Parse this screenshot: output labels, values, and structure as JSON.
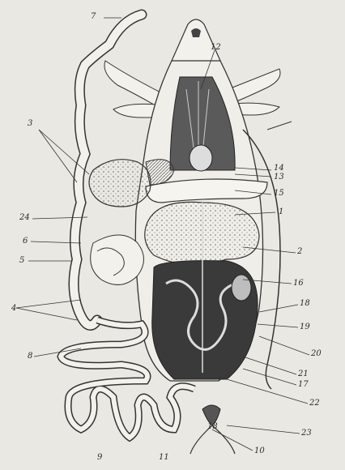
{
  "labels": {
    "l1": "1",
    "l2": "2",
    "l3": "3",
    "l4": "4",
    "l5": "5",
    "l6": "6",
    "l7": "7",
    "l8": "8",
    "l9": "9",
    "l10": "10",
    "l11": "11",
    "l12": "12",
    "l13": "13",
    "l14": "14",
    "l15": "15",
    "l16": "16",
    "l17": "17",
    "l18": "18",
    "l19": "19",
    "l20": "20",
    "l21": "21",
    "l22": "22",
    "l23": "23",
    "l24": "24",
    "l25": "18"
  },
  "colors": {
    "background": "#eae8e2",
    "ink": "#2a2a2a",
    "cavity": "#3a3a3a"
  }
}
